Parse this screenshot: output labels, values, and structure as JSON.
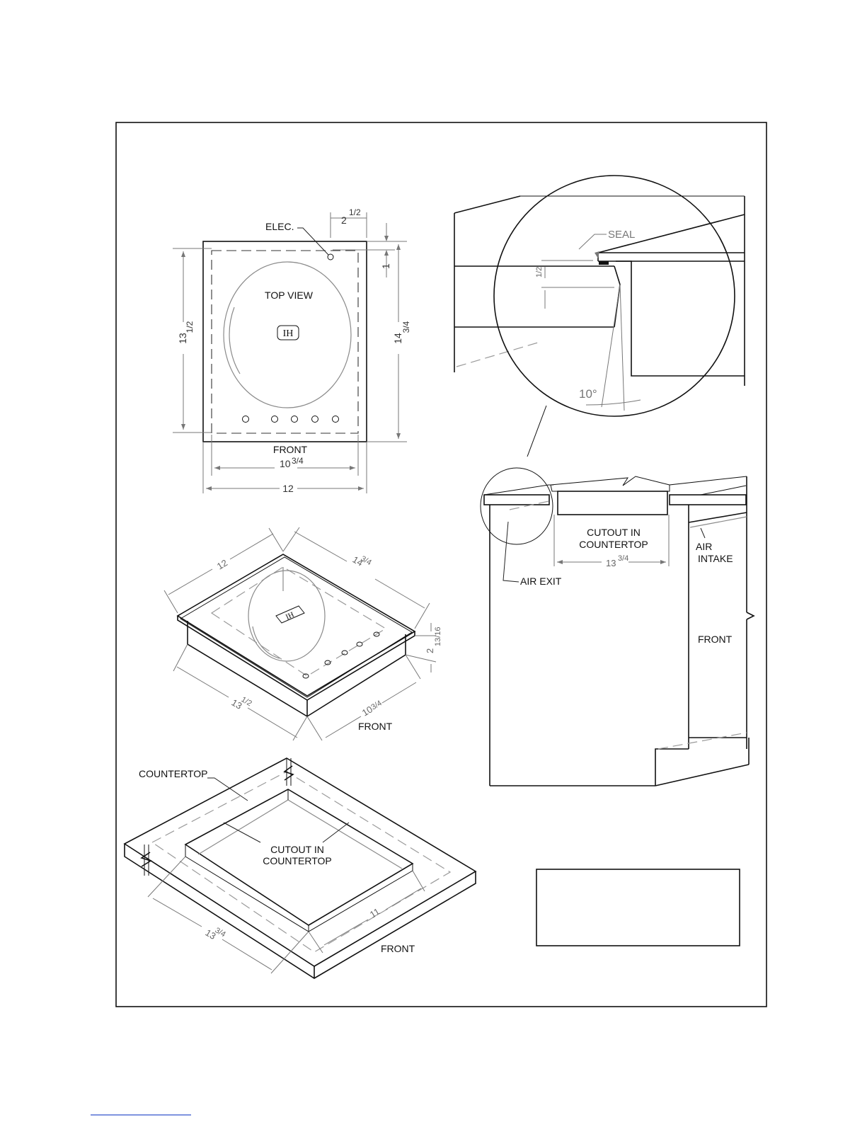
{
  "top_view": {
    "title": "TOP VIEW",
    "elec_label": "ELEC.",
    "front_label": "FRONT",
    "logo_text": "IH",
    "dim_width_outer": "12",
    "dim_width_inner": "10",
    "dim_width_inner_frac": "3/4",
    "dim_height_outer": "14",
    "dim_height_outer_frac": "3/4",
    "dim_height_inner": "13",
    "dim_height_inner_frac": "1/2",
    "dim_elec_x": "2",
    "dim_elec_x_frac": "1/2",
    "dim_elec_y": "1"
  },
  "iso_view": {
    "logo_text": "IH",
    "front_label": "FRONT",
    "dim_top_left": "12",
    "dim_top_right": "14",
    "dim_top_right_frac": "3/4",
    "dim_bottom_left": "13",
    "dim_bottom_left_frac": "1/2",
    "dim_bottom_right": "10",
    "dim_bottom_right_frac": "3/4",
    "dim_height": "2",
    "dim_height_frac": "13/16"
  },
  "countertop_view": {
    "countertop_label": "COUNTERTOP",
    "cutout_label_1": "CUTOUT IN",
    "cutout_label_2": "COUNTERTOP",
    "front_label": "FRONT",
    "dim_left": "13",
    "dim_left_frac": "3/4",
    "dim_right": "11"
  },
  "section_view": {
    "cutout_label_1": "CUTOUT IN",
    "cutout_label_2": "COUNTERTOP",
    "dim_cutout": "13",
    "dim_cutout_frac": "3/4",
    "air_intake_1": "AIR",
    "air_intake_2": "INTAKE",
    "air_exit": "AIR EXIT",
    "front_label": "FRONT"
  },
  "detail_view": {
    "seal_label": "SEAL",
    "dim_gap_frac": "1/2",
    "angle_label": "10°"
  }
}
